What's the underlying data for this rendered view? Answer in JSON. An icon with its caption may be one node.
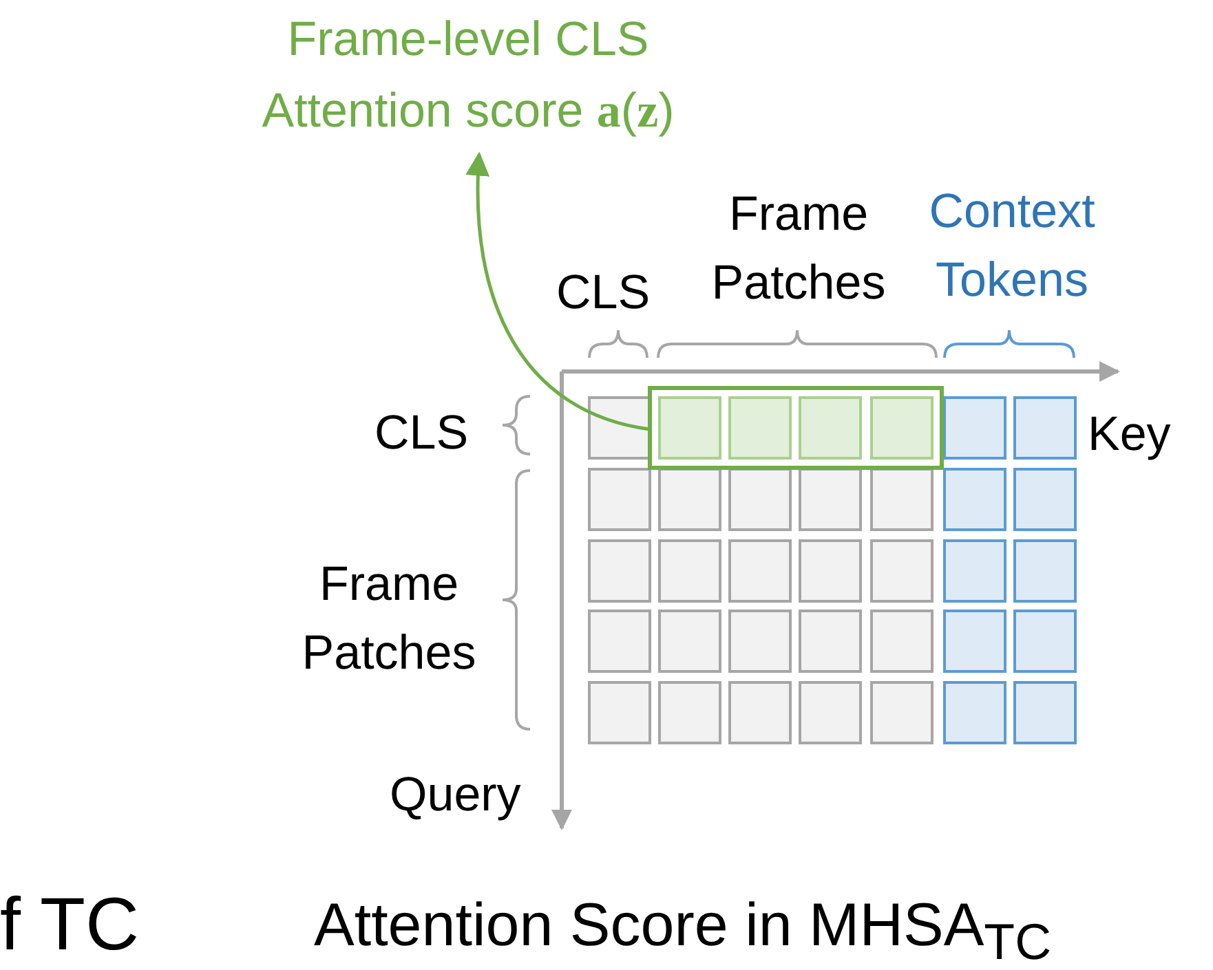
{
  "diagram": {
    "caption": "Attention Score in MHSA$_{TC}$",
    "nodes": [
      {
        "text": [
          "Frame-level CLS Attention score **a**(**z**)"
        ]
      },
      {
        "text": [],
        "shape": "box"
      }
    ],
    "edges": [
      {
        "from": 1,
        "to": 0,
        "arrow": "to"
      }
    ],
    "labels": [
      "Frame Patches",
      "Context Tokens",
      "CLS",
      "CLS",
      "Key",
      "Frame Patches",
      "Query",
      "f TC"
    ]
  }
}
